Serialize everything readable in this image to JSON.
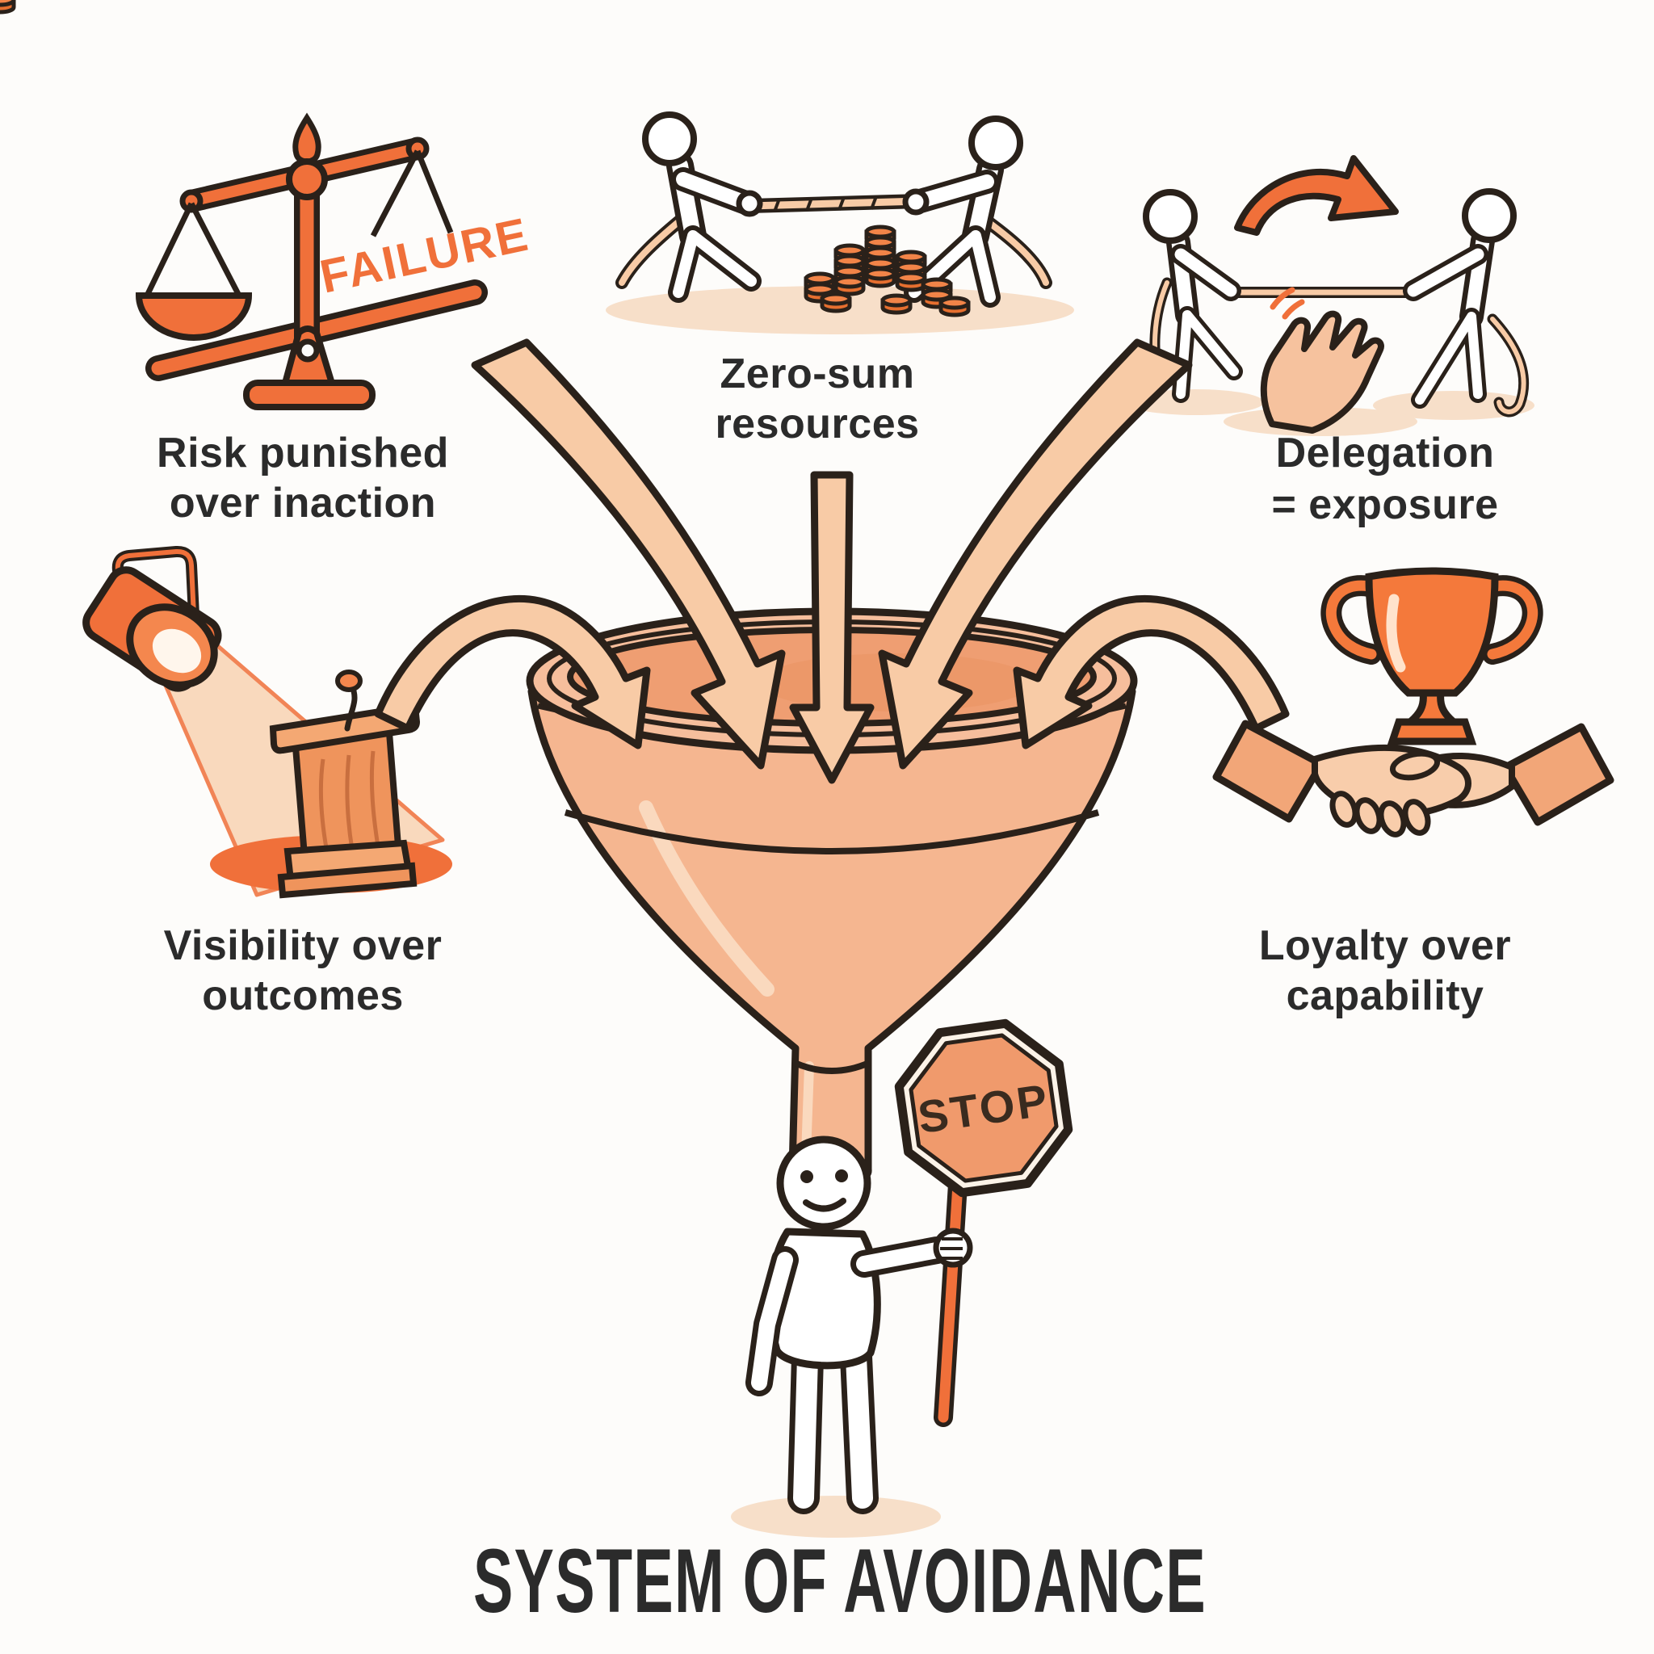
{
  "title": "SYSTEM OF AVOIDANCE",
  "colors": {
    "background": "#FDFCFA",
    "outline": "#2A211A",
    "accent_orange": "#F0703A",
    "peach_arrow": "#F8CBA6",
    "funnel_body": "#F5B690",
    "funnel_interior": "#EF9E72",
    "funnel_rim": "#F6BE9C",
    "coin_orange": "#E66F2F",
    "skin_peach": "#F8CDAB",
    "text": "#2B2B2B"
  },
  "funnel": {
    "inflow_count": 5
  },
  "stop_figure": {
    "sign_text": "STOP"
  },
  "factors": [
    {
      "icon": "unbalanced-scale-icon",
      "badge": "FAILURE",
      "label_line1": "Risk punished",
      "label_line2": "over inaction"
    },
    {
      "icon": "tug-of-war-coins-icon",
      "label_line1": "Zero-sum",
      "label_line2": "resources"
    },
    {
      "icon": "handoff-arrow-hand-icon",
      "label_line1": "Delegation",
      "label_line2": "= exposure"
    },
    {
      "icon": "spotlight-podium-icon",
      "label_line1": "Visibility over",
      "label_line2": "outcomes"
    },
    {
      "icon": "trophy-handshake-icon",
      "label_line1": "Loyalty over",
      "label_line2": "capability"
    }
  ]
}
